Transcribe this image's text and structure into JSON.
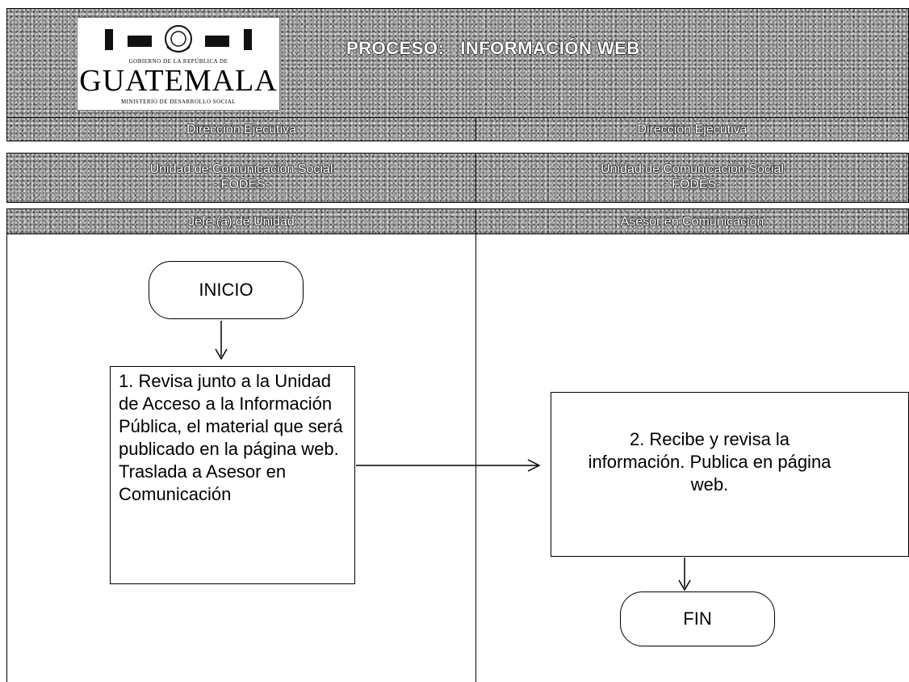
{
  "logo": {
    "top_text": "GOBIERNO DE LA REPÚBLICA DE",
    "wordmark": "GUATEMALA",
    "sub_text": "MINISTERIO DE DESARROLLO SOCIAL"
  },
  "header": {
    "process_label": "PROCESO:",
    "process_name": "INFORMACIÓN WEB"
  },
  "lanes": [
    {
      "direction": "Dirección Ejecutiva",
      "unit_line1": "Unidad de Comunicación Social",
      "unit_line2": "- FODES-",
      "role": "Jefe (a) de Unidad"
    },
    {
      "direction": "Dirección Ejecutiva",
      "unit_line1": "Unidad de Comunicación Social",
      "unit_line2": "- FODES-",
      "role": "Asesor en Comunicación"
    }
  ],
  "flow": {
    "start": "INICIO",
    "step1": "1. Revisa  junto a la Unidad de Acceso a la Información Pública, el material que será publicado en la página web. Traslada a Asesor en Comunicación",
    "step2": "2. Recibe y revisa la información. Publica en página web.",
    "end": "FIN"
  },
  "colors": {
    "header_bg": "#9c9c9c",
    "header_text": "#ffffff",
    "line": "#000000"
  }
}
